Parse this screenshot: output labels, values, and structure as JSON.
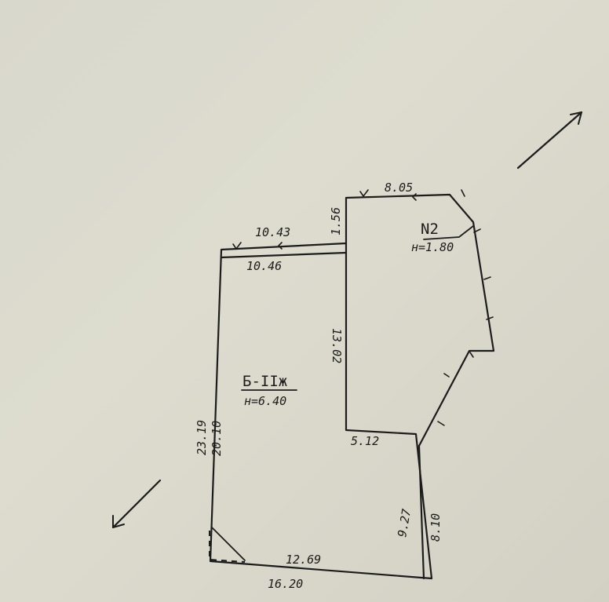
{
  "dimensions": {
    "top_left_outer": "10.43",
    "top_left_inner": "10.46",
    "step_vertical": "1.56",
    "top_right": "8.05",
    "inner_vertical": "13.02",
    "inner_horizontal": "5.12",
    "left_outer": "23.19",
    "left_inner": "20.10",
    "bottom_inner": "12.69",
    "bottom_outer": "16.20",
    "right_inner": "9.27",
    "right_outer": "8.10"
  },
  "building_main": {
    "label": "Б-IIж",
    "height": "н=6.40"
  },
  "building_n2": {
    "label": "N2",
    "height": "н=1.80"
  }
}
